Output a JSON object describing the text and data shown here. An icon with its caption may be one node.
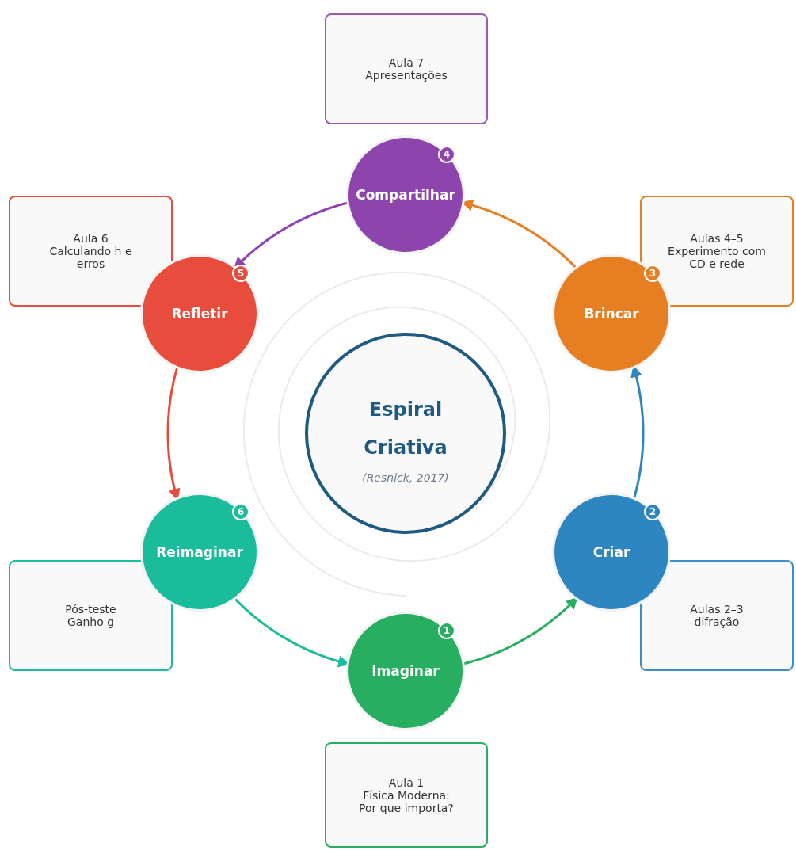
{
  "diagram": {
    "nodes": [
      {
        "text": [
          "Aula 7",
          "Apresentações"
        ]
      },
      {
        "text": [
          "4",
          "Compartilhar"
        ]
      },
      {
        "text": [
          "Aula 6",
          "Calculando h e erros"
        ]
      },
      {
        "text": [
          "Aulas 4–5",
          "Experimento com CD e rede"
        ]
      },
      {
        "text": [
          "5",
          "Refletir"
        ]
      },
      {
        "text": [
          "3",
          "Brincar"
        ]
      },
      {
        "text": [
          "Espiral Criativa",
          "(Resnick, 2017)"
        ]
      },
      {
        "text": [
          "6",
          "Reimaginar"
        ]
      },
      {
        "text": [
          "2",
          "Criar"
        ]
      },
      {
        "text": [
          "Pós-teste",
          "Ganho g"
        ]
      },
      {
        "text": [
          "Aulas 2–3",
          "difração"
        ]
      },
      {
        "text": [
          "1",
          "Imaginar"
        ]
      },
      {
        "text": [
          "Aula 1",
          "Física Moderna: Por que importa?"
        ]
      }
    ],
    "edges": [
      {
        "from": 11,
        "to": 8,
        "arrow": "to",
        "color": "#27ae60"
      },
      {
        "from": 8,
        "to": 5,
        "arrow": "to",
        "color": "#2e86c1"
      },
      {
        "from": 5,
        "to": 1,
        "arrow": "to",
        "color": "#e67e22"
      },
      {
        "from": 1,
        "to": 4,
        "arrow": "to",
        "color": "#8e44ad"
      },
      {
        "from": 4,
        "to": 7,
        "arrow": "to",
        "color": "#e74c3c"
      },
      {
        "from": 7,
        "to": 11,
        "arrow": "to",
        "color": "#1abc9c"
      }
    ]
  }
}
